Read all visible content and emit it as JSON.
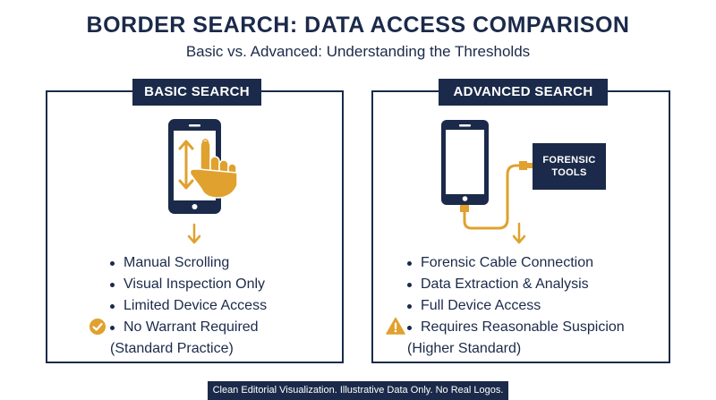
{
  "header": {
    "title": "BORDER SEARCH: DATA ACCESS COMPARISON",
    "subtitle": "Basic vs. Advanced: Understanding the Thresholds"
  },
  "basic": {
    "label": "BASIC SEARCH",
    "bullets": [
      "Manual Scrolling",
      "Visual Inspection Only",
      "Limited Device Access"
    ],
    "status_line": "No Warrant Required",
    "status_sub": "(Standard Practice)",
    "status_icon": "check-circle-icon"
  },
  "advanced": {
    "label": "ADVANCED SEARCH",
    "tool_label": "FORENSIC TOOLS",
    "bullets": [
      "Forensic Cable Connection",
      "Data Extraction & Analysis",
      "Full Device Access"
    ],
    "status_line": "Requires Reasonable Suspicion",
    "status_sub": "(Higher Standard)",
    "status_icon": "warning-triangle-icon"
  },
  "footer": {
    "note": "Clean Editorial Visualization. Illustrative Data Only. No Real Logos."
  },
  "colors": {
    "navy": "#1b2a4a",
    "gold": "#e0a12e"
  }
}
